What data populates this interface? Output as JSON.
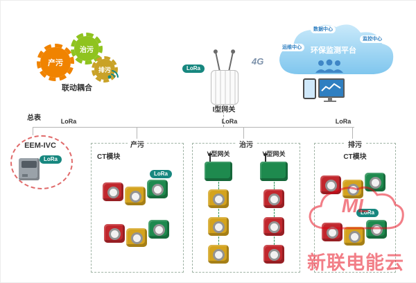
{
  "palette": {
    "module_red": "#c1272d",
    "module_yellow": "#d4a31e",
    "module_green": "#1e8a4e",
    "lora_teal": "#17877f",
    "gear_orange": "#f08300",
    "gear_green": "#8fc31f",
    "gear_gold": "#c9a227",
    "cloud_blue": "#7fc6ee",
    "watermark_red": "#e60012"
  },
  "gears": {
    "caption": "联动耦合",
    "items": [
      {
        "label": "产污"
      },
      {
        "label": "治污"
      },
      {
        "label": "排污"
      }
    ]
  },
  "gateway": {
    "label": "I型网关",
    "lora": "LoRa",
    "net": "4G"
  },
  "cloud": {
    "title": "环保监测平台",
    "nodes": [
      {
        "label": "数据中心"
      },
      {
        "label": "运维中心"
      },
      {
        "label": "监控中心"
      }
    ]
  },
  "meter": {
    "caption": "总表",
    "model": "EEM-IVC",
    "lora": "LoRa"
  },
  "bus": {
    "labels": [
      "LoRa",
      "LoRa",
      "LoRa"
    ]
  },
  "zones": [
    {
      "label": "产污",
      "device_label": "CT模块",
      "lora": "LoRa",
      "module_rows": [
        [
          "red",
          "yellow",
          "green"
        ],
        [
          "red",
          "yellow",
          "green"
        ]
      ]
    },
    {
      "label": "治污",
      "columns": [
        {
          "gateway_label": "V型网关",
          "modules": [
            "yellow",
            "yellow",
            "yellow"
          ]
        },
        {
          "gateway_label": "V型网关",
          "modules": [
            "red",
            "red",
            "red"
          ]
        }
      ]
    },
    {
      "label": "排污",
      "device_label": "CT模块",
      "lora": "LoRa",
      "module_rows": [
        [
          "red",
          "yellow",
          "green"
        ],
        [
          "red",
          "yellow",
          "green"
        ]
      ]
    }
  ],
  "watermark": {
    "logo": "ML",
    "text": "新联电能云"
  }
}
